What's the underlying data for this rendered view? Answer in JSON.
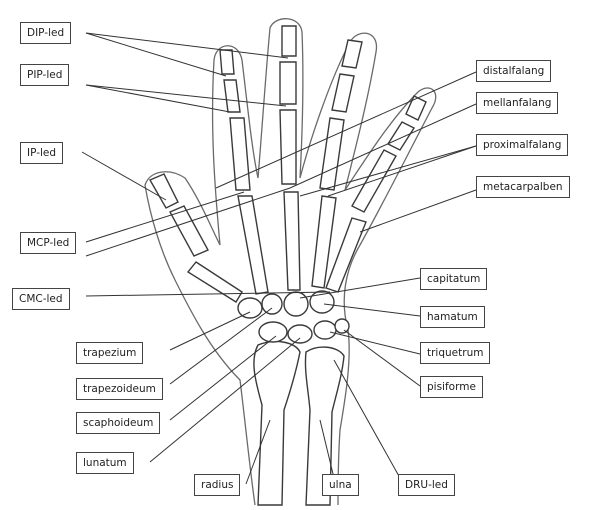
{
  "labels": {
    "dip": "DIP-led",
    "pip": "PIP-led",
    "ip": "IP-led",
    "mcp": "MCP-led",
    "cmc": "CMC-led",
    "trapezium": "trapezium",
    "trapezoideum": "trapezoideum",
    "scaphoideum": "scaphoideum",
    "lunatum": "lunatum",
    "radius": "radius",
    "ulna": "ulna",
    "dru": "DRU-led",
    "distalfalang": "distalfalang",
    "mellanfalang": "mellanfalang",
    "proximalfalang": "proximalfalang",
    "metacarpalben": "metacarpalben",
    "capitatum": "capitatum",
    "hamatum": "hamatum",
    "triquetrum": "triquetrum",
    "pisiforme": "pisiforme"
  }
}
